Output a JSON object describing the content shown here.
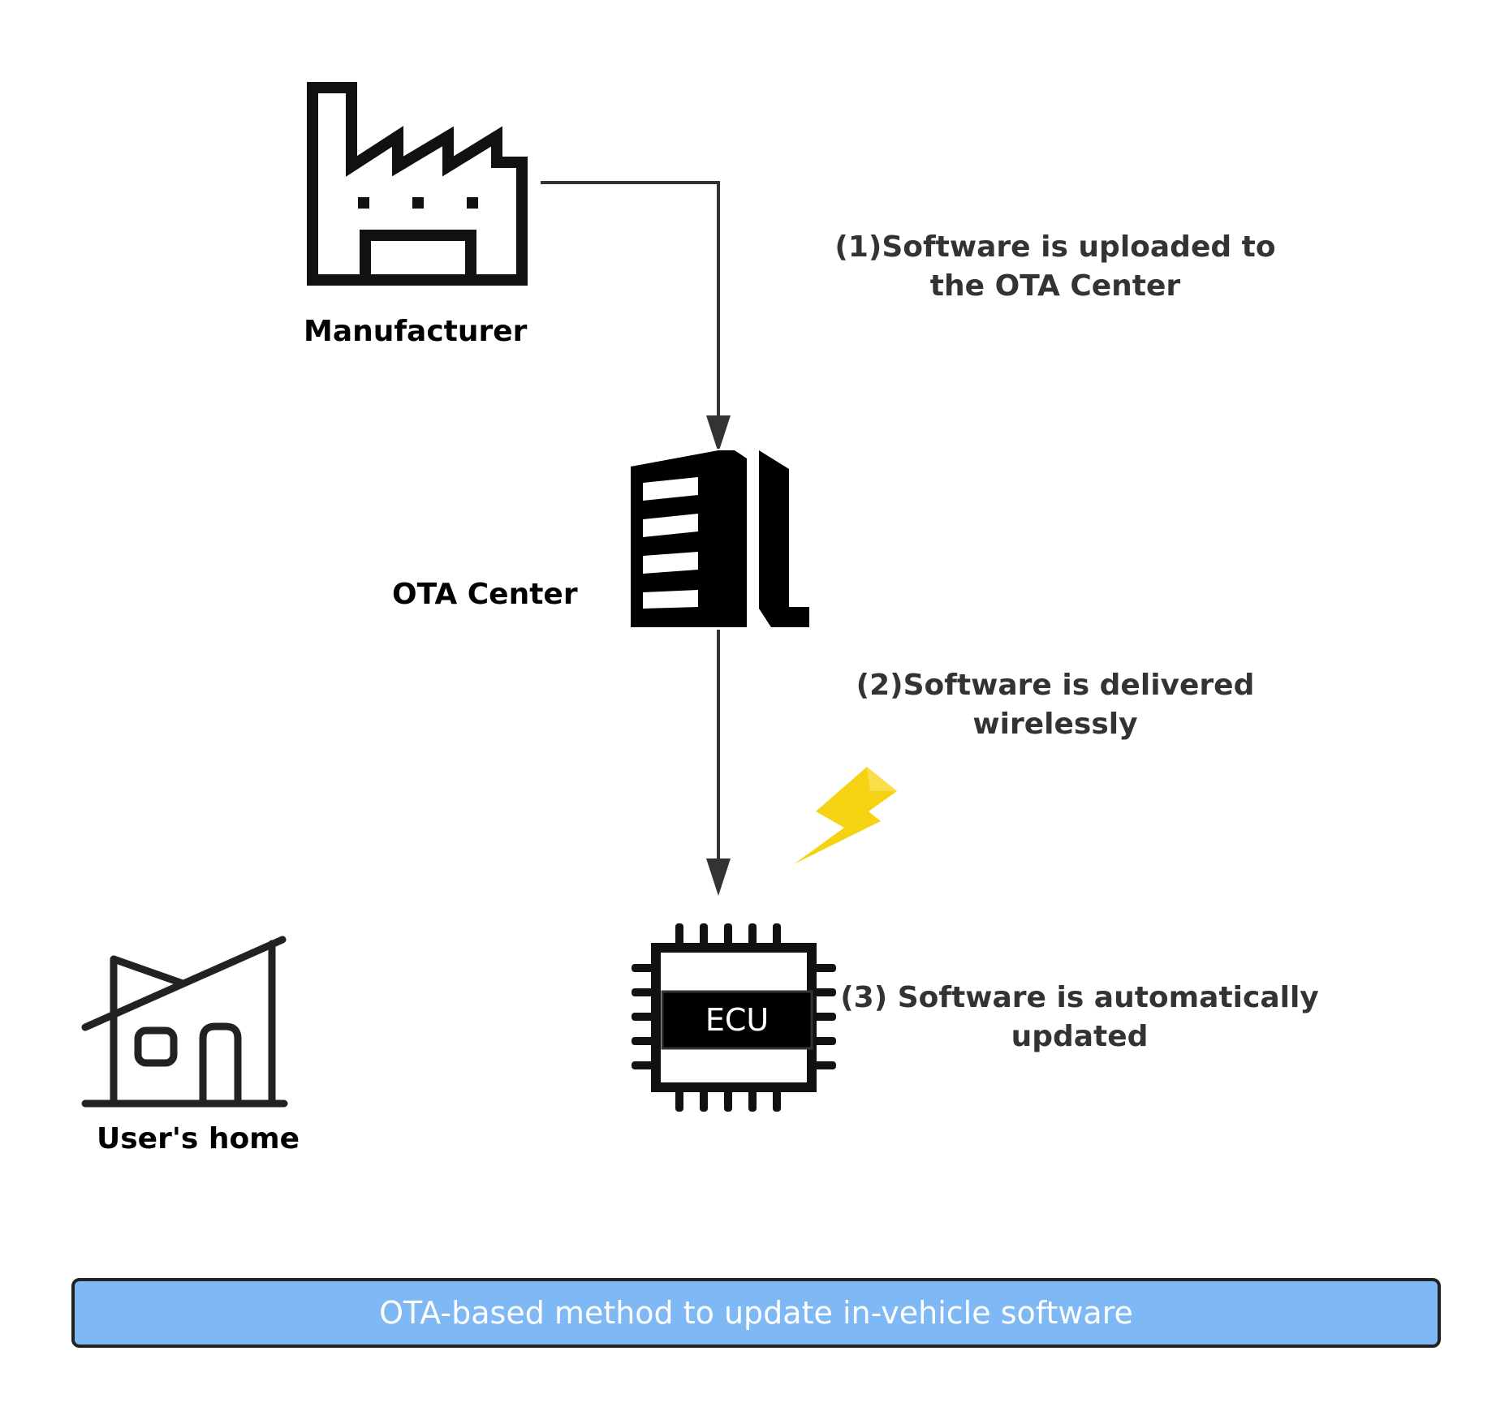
{
  "nodes": {
    "manufacturer": {
      "label": "Manufacturer",
      "icon": "factory-icon"
    },
    "ota_center": {
      "label": "OTA Center",
      "icon": "office-building-icon"
    },
    "ecu": {
      "label": "ECU",
      "icon": "microchip-icon"
    },
    "users_home": {
      "label": "User's home",
      "icon": "house-icon"
    }
  },
  "steps": {
    "step1": {
      "line1": "(1)Software is uploaded to",
      "line2": "the OTA Center"
    },
    "step2": {
      "line1": "(2)Software is delivered",
      "line2": "wirelessly"
    },
    "step3": {
      "line1": "(3)  Software is automatically",
      "line2": "updated"
    }
  },
  "wireless_icon": "lightning-bolt-icon",
  "caption": {
    "text": "OTA-based method to update in-vehicle software"
  },
  "colors": {
    "caption_fill": "#7eb8f5",
    "bolt": "#f5d312",
    "bolt_shadow": "#f0c300",
    "arrow": "#333333",
    "icon": "#111111"
  }
}
